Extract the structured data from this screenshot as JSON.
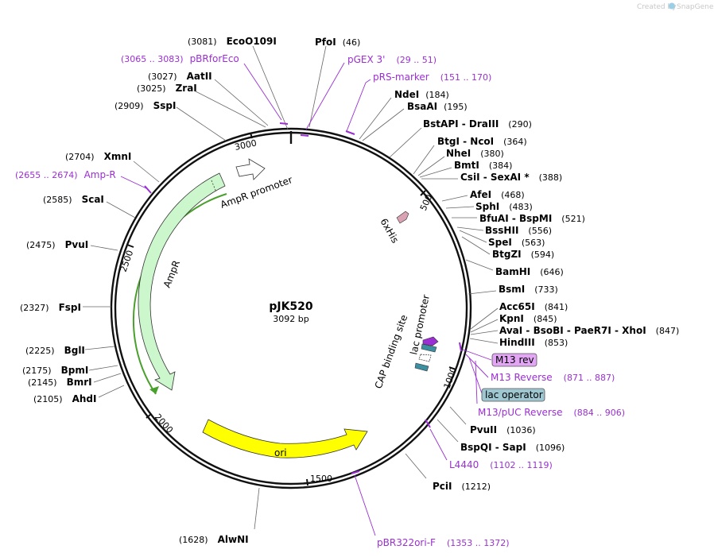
{
  "credit": {
    "prefix": "Created by",
    "brand": "SnapGene"
  },
  "plasmid": {
    "name": "pJK520",
    "length_label": "3092 bp"
  },
  "ticks": [
    "500",
    "1000",
    "1500",
    "2000",
    "2500",
    "3000"
  ],
  "enzymes": [
    {
      "name": "EcoO109I",
      "pos": "(3081)",
      "side": "L"
    },
    {
      "name": "PfoI",
      "pos": "(46)",
      "side": "R"
    },
    {
      "name": "AatII",
      "pos": "(3027)",
      "side": "L"
    },
    {
      "name": "ZraI",
      "pos": "(3025)",
      "side": "L"
    },
    {
      "name": "NdeI",
      "pos": "(184)",
      "side": "R"
    },
    {
      "name": "BsaAI",
      "pos": "(195)",
      "side": "R"
    },
    {
      "name": "SspI",
      "pos": "(2909)",
      "side": "L"
    },
    {
      "name": "BstAPI - DraIII",
      "pos": "(290)",
      "side": "R"
    },
    {
      "name": "BtgI - NcoI",
      "pos": "(364)",
      "side": "R"
    },
    {
      "name": "NheI",
      "pos": "(380)",
      "side": "R"
    },
    {
      "name": "XmnI",
      "pos": "(2704)",
      "side": "L"
    },
    {
      "name": "BmtI",
      "pos": "(384)",
      "side": "R"
    },
    {
      "name": "CsiI - SexAI *",
      "pos": "(388)",
      "side": "R"
    },
    {
      "name": "AfeI",
      "pos": "(468)",
      "side": "R"
    },
    {
      "name": "ScaI",
      "pos": "(2585)",
      "side": "L"
    },
    {
      "name": "SphI",
      "pos": "(483)",
      "side": "R"
    },
    {
      "name": "BfuAI - BspMI",
      "pos": "(521)",
      "side": "R"
    },
    {
      "name": "BssHII",
      "pos": "(556)",
      "side": "R"
    },
    {
      "name": "PvuI",
      "pos": "(2475)",
      "side": "L"
    },
    {
      "name": "SpeI",
      "pos": "(563)",
      "side": "R"
    },
    {
      "name": "BtgZI",
      "pos": "(594)",
      "side": "R"
    },
    {
      "name": "BamHI",
      "pos": "(646)",
      "side": "R"
    },
    {
      "name": "BsmI",
      "pos": "(733)",
      "side": "R"
    },
    {
      "name": "FspI",
      "pos": "(2327)",
      "side": "L"
    },
    {
      "name": "Acc65I",
      "pos": "(841)",
      "side": "R"
    },
    {
      "name": "KpnI",
      "pos": "(845)",
      "side": "R"
    },
    {
      "name": "AvaI - BsoBI - PaeR7I - XhoI",
      "pos": "(847)",
      "side": "R"
    },
    {
      "name": "BglI",
      "pos": "(2225)",
      "side": "L"
    },
    {
      "name": "HindIII",
      "pos": "(853)",
      "side": "R"
    },
    {
      "name": "BpmI",
      "pos": "(2175)",
      "side": "L"
    },
    {
      "name": "BmrI",
      "pos": "(2145)",
      "side": "L"
    },
    {
      "name": "AhdI",
      "pos": "(2105)",
      "side": "L"
    },
    {
      "name": "PvuII",
      "pos": "(1036)",
      "side": "R"
    },
    {
      "name": "BspQI - SapI",
      "pos": "(1096)",
      "side": "R"
    },
    {
      "name": "PciI",
      "pos": "(1212)",
      "side": "R"
    },
    {
      "name": "AlwNI",
      "pos": "(1628)",
      "side": "L"
    }
  ],
  "primers": [
    {
      "name": "pBRforEco",
      "range": "(3065 .. 3083)"
    },
    {
      "name": "pGEX 3'",
      "range": "(29 .. 51)"
    },
    {
      "name": "pRS-marker",
      "range": "(151 .. 170)"
    },
    {
      "name": "Amp-R",
      "range": "(2655 .. 2674)"
    },
    {
      "name": "M13 Reverse",
      "range": "(871 .. 887)"
    },
    {
      "name": "M13/pUC Reverse",
      "range": "(884 .. 906)"
    },
    {
      "name": "L4440",
      "range": "(1102 .. 1119)"
    },
    {
      "name": "pBR322ori-F",
      "range": "(1353 .. 1372)"
    }
  ],
  "boxed_labels": [
    {
      "name": "M13 rev",
      "color": "#e3a6f5"
    },
    {
      "name": "lac operator",
      "color": "#9ec7d1"
    }
  ],
  "features": [
    {
      "name": "AmpR promoter",
      "color": "#ffffff"
    },
    {
      "name": "AmpR",
      "color": "#ccf7cc"
    },
    {
      "name": "ori",
      "color": "#ffff00"
    },
    {
      "name": "6xHis",
      "color": "#d9a3b3"
    },
    {
      "name": "lac promoter",
      "color": "#ffffff"
    },
    {
      "name": "CAP binding site",
      "color": "#3c8fa0"
    }
  ]
}
